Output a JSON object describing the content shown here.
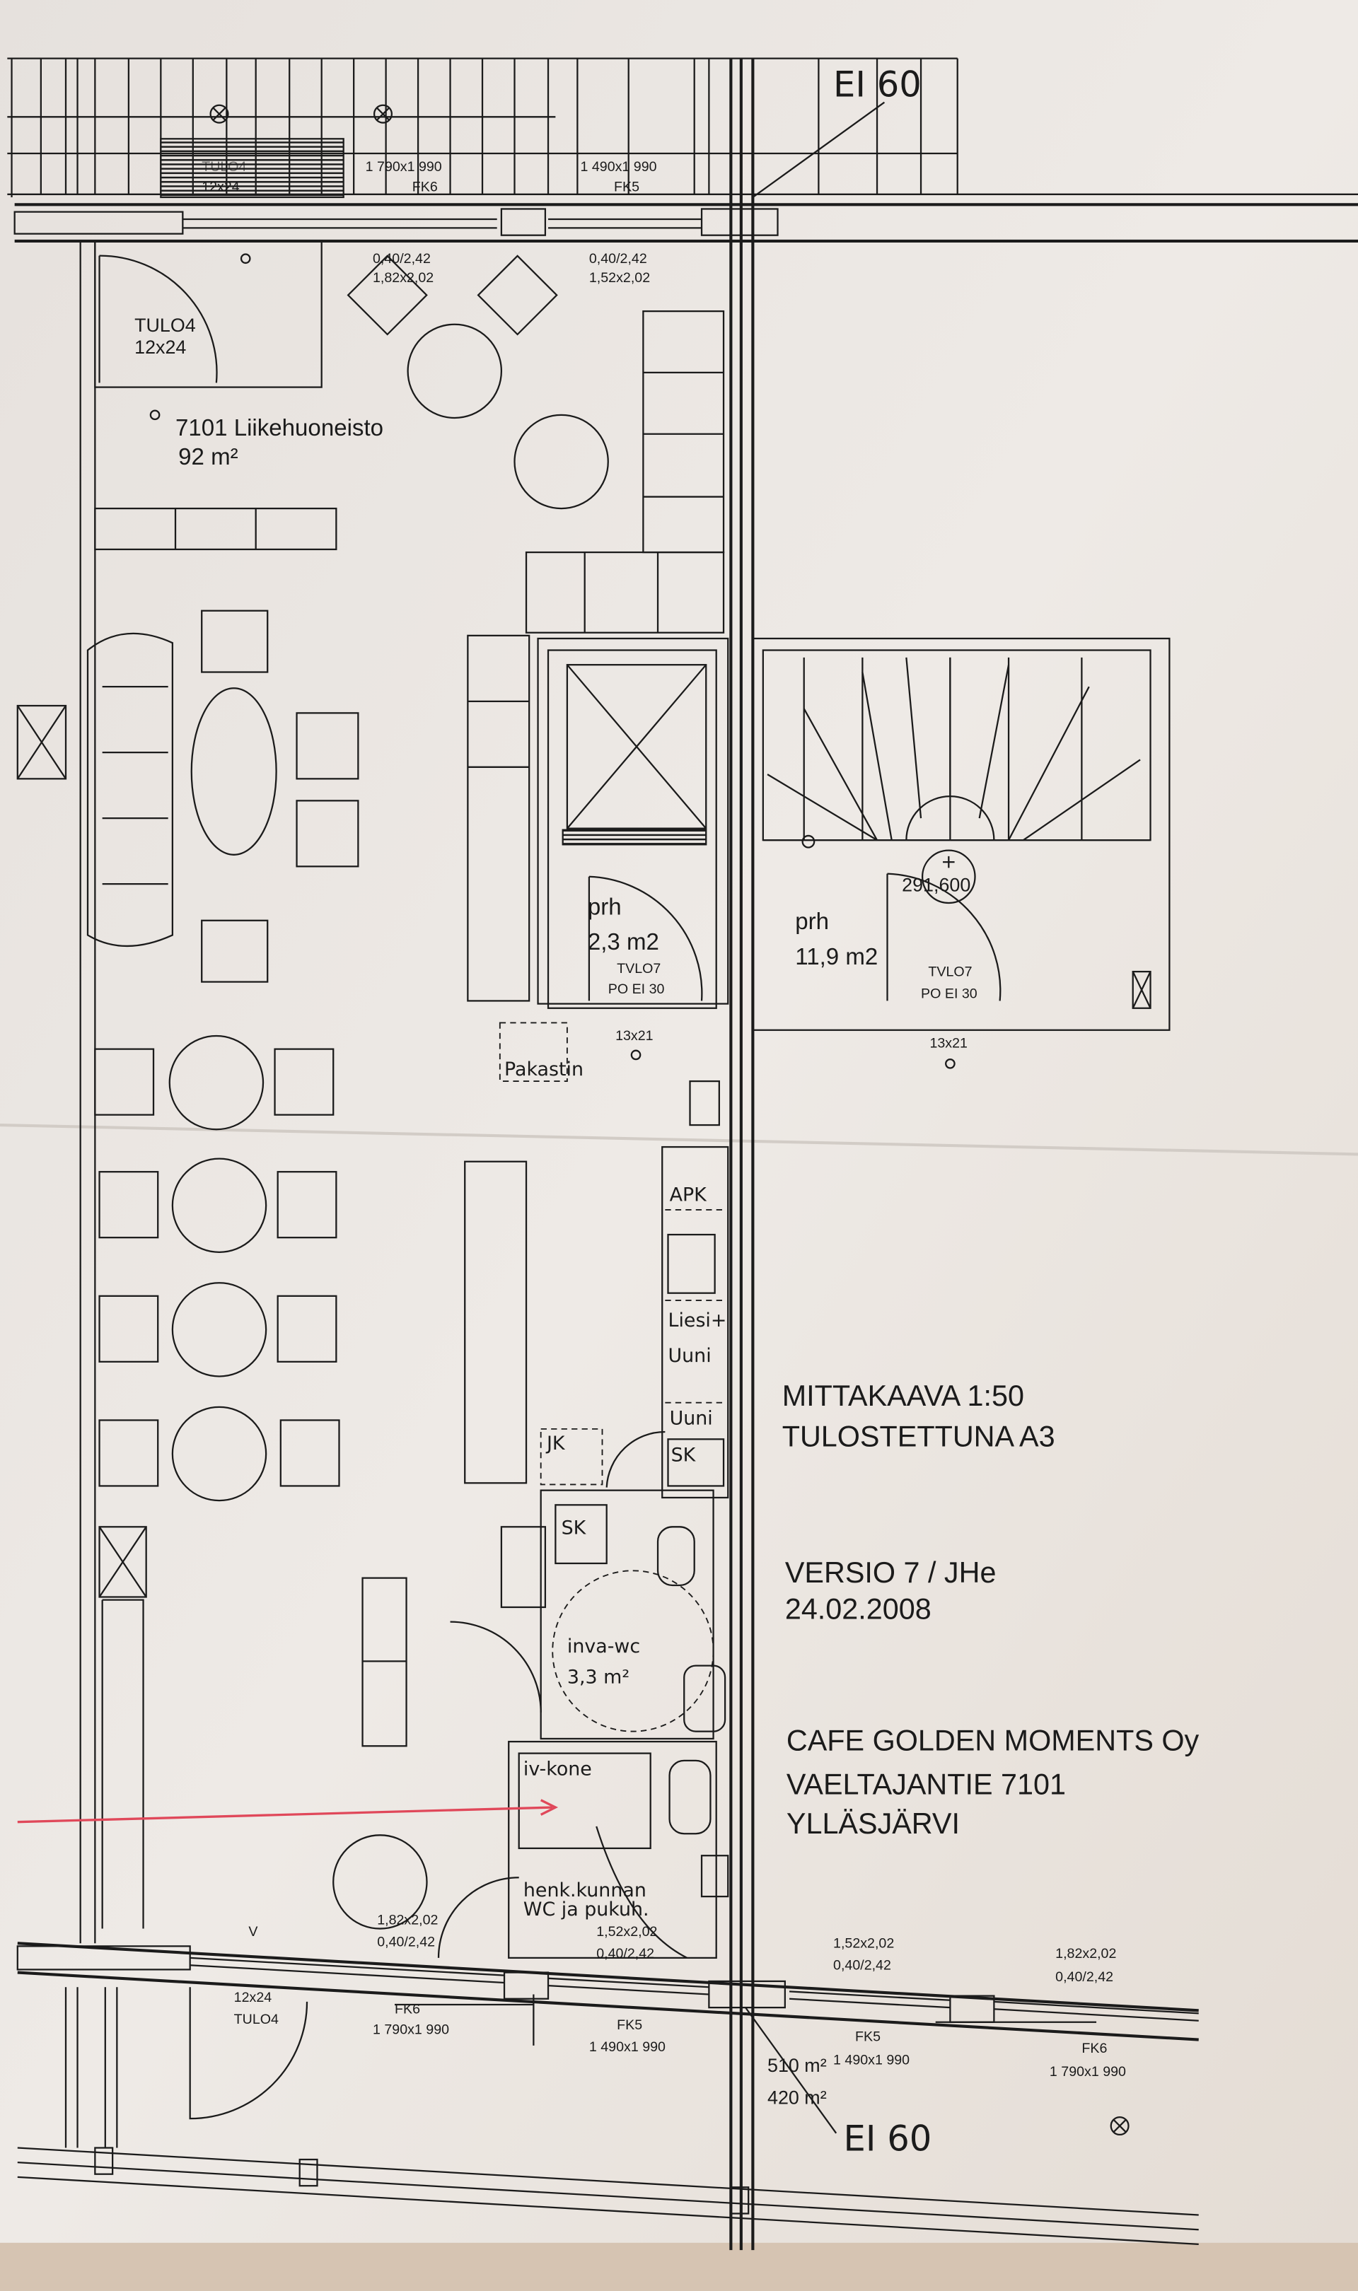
{
  "colors": {
    "paper": "#ece8e4",
    "ink": "#1b1b1b",
    "arrow": "#e0485a",
    "table": "#d6c4b2"
  },
  "top": {
    "fire_rating": "EI 60",
    "window_fk6_size": "1 790x1 990",
    "window_fk6": "FK6",
    "window_fk5_size": "1 490x1 990",
    "window_fk5": "FK5",
    "door_top_code": "TULO4",
    "door_top_size": "12x24",
    "opening_1a": "0,40/2,42",
    "opening_1b": "1,82x2,02",
    "opening_2a": "0,40/2,42",
    "opening_2b": "1,52x2,02"
  },
  "rooms": {
    "entry_code": "TULO4",
    "entry_size": "12x24",
    "main_name": "7101 Liikehuoneisto",
    "main_area": "92 m²",
    "prh1_name": "prh",
    "prh1_area": "2,3 m2",
    "prh1_door": "TVLO7",
    "prh1_rating": "PO EI 30",
    "prh2_name": "prh",
    "prh2_area": "11,9 m2",
    "prh2_door": "TVLO7",
    "prh2_rating": "PO EI 30",
    "level": "291,600",
    "opening_13x21_a": "13x21",
    "opening_13x21_b": "13x21",
    "freezer": "Pakastin",
    "apk": "APK",
    "stove": "Liesi+",
    "oven1": "Uuni",
    "oven2": "Uuni",
    "sk1": "SK",
    "jk": "JK",
    "sk2": "SK",
    "wc_name": "inva-wc",
    "wc_area": "3,3   m²",
    "iv": "iv-kone",
    "staff_wc1": "henk.kunnan",
    "staff_wc2": "WC  ja  pukuh."
  },
  "info": {
    "scale": "MITTAKAAVA 1:50",
    "print": "TULOSTETTUNA A3",
    "version": "VERSIO 7 / JHe",
    "date": "24.02.2008",
    "company": "CAFE GOLDEN MOMENTS Oy",
    "street": "VAELTAJANTIE 7101",
    "city": "YLLÄSJÄRVI"
  },
  "bottom": {
    "v_mark": "V",
    "o1a": "1,82x2,02",
    "o1b": "0,40/2,42",
    "o2a": "1,52x2,02",
    "o2b": "0,40/2,42",
    "o3a": "1,52x2,02",
    "o3b": "0,40/2,42",
    "o4a": "1,82x2,02",
    "o4b": "0,40/2,42",
    "door_size": "12x24",
    "door_code": "TULO4",
    "w1_code": "FK6",
    "w1_size": "1 790x1 990",
    "w2_code": "FK5",
    "w2_size": "1 490x1 990",
    "w3_code": "FK5",
    "w3_size": "1 490x1 990",
    "w4_code": "FK6",
    "w4_size": "1 790x1 990",
    "area_a": "510 m²",
    "area_b": "420 m²",
    "fire_rating": "EI 60"
  }
}
